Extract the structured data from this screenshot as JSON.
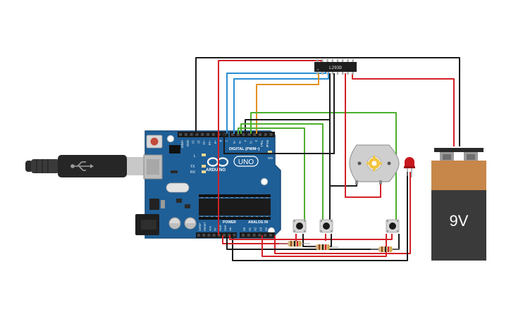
{
  "components": {
    "arduino": {
      "brand_text": "ARDUINO",
      "model_text": "UNO",
      "digital_label": "DIGITAL (PWM~)",
      "analog_label": "ANALOG IN",
      "power_label": "POWER",
      "tx_label": "TX",
      "rx_label": "RX",
      "l_label": "L",
      "on_label": "ON",
      "top_pin_labels": [
        "AREF",
        "GND",
        "13",
        "12",
        "~11",
        "~10",
        "~9",
        "8",
        "7",
        "~6",
        "~5",
        "4",
        "~3",
        "2",
        "TX▸1",
        "RX◂0"
      ],
      "power_pin_labels": [
        "IOREF",
        "RESET",
        "3V3",
        "5V",
        "GND",
        "GND",
        "Vin"
      ],
      "analog_pin_labels": [
        "A0",
        "A1",
        "A2",
        "A3",
        "A4",
        "A5"
      ]
    },
    "driver_ic": {
      "label": "L293D"
    },
    "battery": {
      "label": "9V"
    },
    "colors": {
      "board": "#1f5f97",
      "board_edge": "#184c7a",
      "wire_red": "#d32027",
      "wire_black": "#1b1b1b",
      "wire_green": "#4caf2e",
      "wire_blue": "#2a8fd4",
      "wire_orange": "#e3911e",
      "battery_top": "#c7874a",
      "battery_body": "#3a3a3a"
    }
  }
}
